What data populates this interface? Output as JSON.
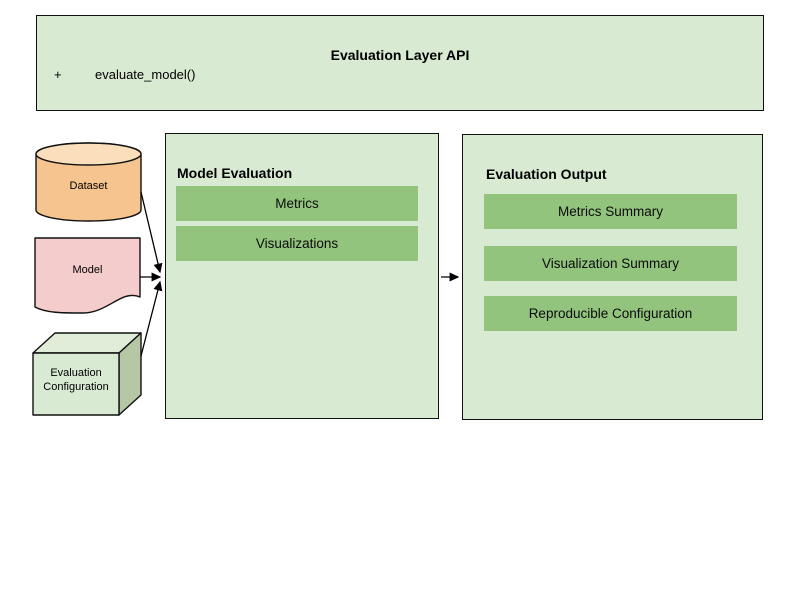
{
  "diagram": {
    "api_box": {
      "title": "Evaluation Layer API",
      "members": [
        {
          "visibility": "+",
          "name": "evaluate_model()"
        }
      ]
    },
    "inputs": [
      {
        "label": "Dataset",
        "shape": "cylinder"
      },
      {
        "label": "Model",
        "shape": "document"
      },
      {
        "label": "Evaluation Configuration",
        "shape": "cube"
      }
    ],
    "model_evaluation": {
      "title": "Model Evaluation",
      "items": [
        "Metrics",
        "Visualizations"
      ]
    },
    "evaluation_output": {
      "title": "Evaluation Output",
      "items": [
        "Metrics Summary",
        "Visualization Summary",
        "Reproducible Configuration"
      ]
    },
    "connections": [
      {
        "from": "Dataset",
        "to": "Model Evaluation"
      },
      {
        "from": "Model",
        "to": "Model Evaluation"
      },
      {
        "from": "Evaluation Configuration",
        "to": "Model Evaluation"
      },
      {
        "from": "Model Evaluation",
        "to": "Evaluation Output"
      }
    ],
    "colors": {
      "container_fill": "#d9ead3",
      "bar_fill": "#93c47d",
      "cylinder_body_fill": "#f6c48e",
      "cylinder_top_fill": "#fbdfbc",
      "document_fill": "#f4cccc",
      "cube_front_fill": "#d9ead3",
      "cube_top_fill": "#e0edd8",
      "cube_side_fill": "#b6c7a6",
      "border": "#111111",
      "background": "#ffffff"
    }
  }
}
